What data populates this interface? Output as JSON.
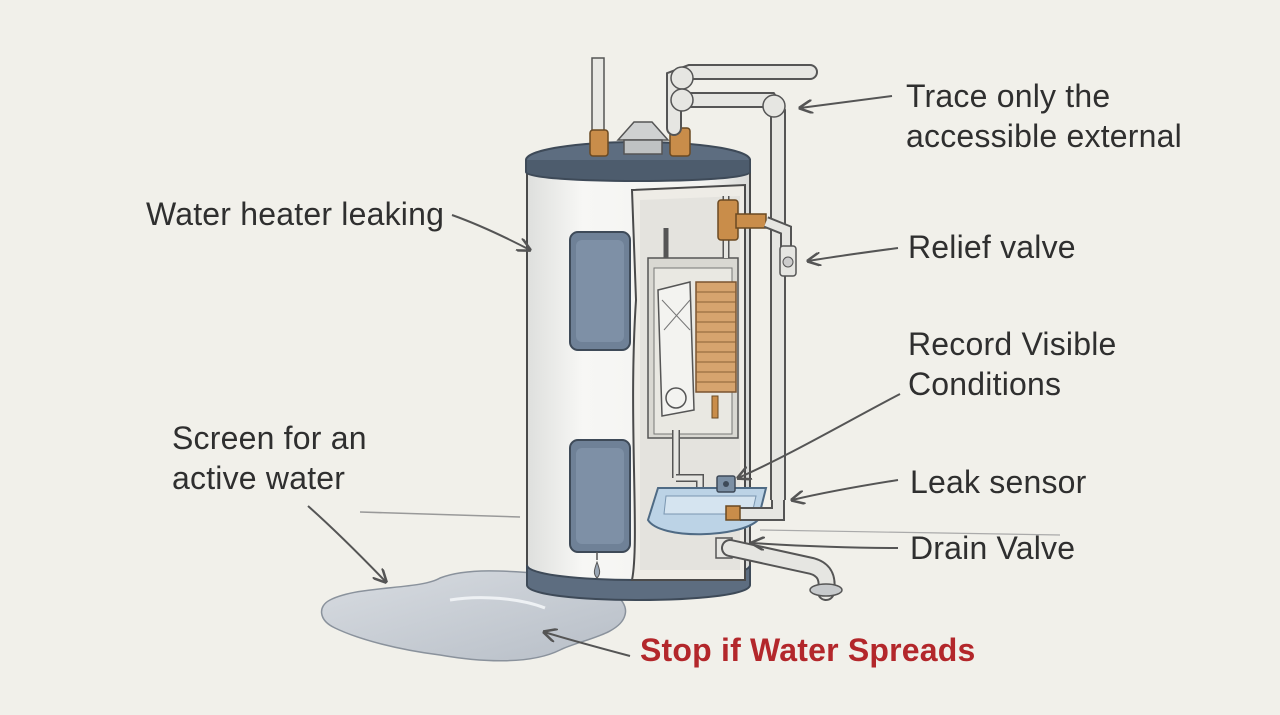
{
  "labels": {
    "trace": "Trace only the\naccessible external",
    "water_heater": "Water heater leaking",
    "relief_valve": "Relief valve",
    "record": "Record Visible\nConditions",
    "screen": "Screen for an\nactive water",
    "leak_sensor": "Leak sensor",
    "drain_valve": "Drain Valve",
    "stop": "Stop if Water Spreads"
  },
  "colors": {
    "background": "#f1f0ea",
    "tank_body": "#f4f4f1",
    "tank_cap": "#5d6d80",
    "panel": "#6f8197",
    "pipe": "#e6e6e2",
    "brass": "#c98d4a",
    "element_coil": "#d6a46e",
    "water": "#c9ced5",
    "pan": "#bcd3e6",
    "outline": "#4a4a4a",
    "arrow": "#555555",
    "warning_text": "#b3272b"
  }
}
